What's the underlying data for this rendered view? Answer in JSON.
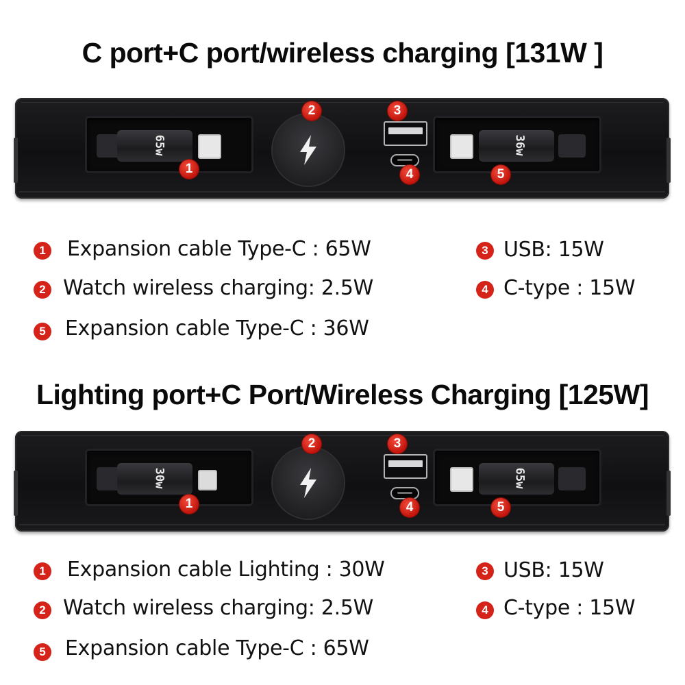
{
  "sections": [
    {
      "title": "C port+C port/wireless charging [131W ]",
      "left_cable_label": "65w",
      "left_connector": "type-c",
      "right_cable_label": "36w",
      "right_connector": "type-c",
      "markers": [
        "1",
        "2",
        "3",
        "4",
        "5"
      ],
      "features_left": [
        {
          "num": "1",
          "text": "Expansion cable Type-C : 65W"
        },
        {
          "num": "2",
          "text": "Watch wireless charging: 2.5W"
        },
        {
          "num": "5",
          "text": "Expansion cable Type-C : 36W"
        }
      ],
      "features_right": [
        {
          "num": "3",
          "text": "USB: 15W"
        },
        {
          "num": "4",
          "text": "C-type : 15W"
        }
      ]
    },
    {
      "title": "Lighting port+C Port/Wireless Charging [125W]",
      "left_cable_label": "30w",
      "left_connector": "lightning",
      "right_cable_label": "65w",
      "right_connector": "type-c",
      "markers": [
        "1",
        "2",
        "3",
        "4",
        "5"
      ],
      "features_left": [
        {
          "num": "1",
          "text": "Expansion cable Lighting  : 30W"
        },
        {
          "num": "2",
          "text": "Watch wireless charging: 2.5W"
        },
        {
          "num": "5",
          "text": "Expansion cable Type-C : 65W"
        }
      ],
      "features_right": [
        {
          "num": "3",
          "text": "USB: 15W"
        },
        {
          "num": "4",
          "text": "C-type : 15W"
        }
      ]
    }
  ],
  "icons": {
    "wireless_pad": "lightning-bolt-icon",
    "usb_a_port": "usb-a-port-icon",
    "usb_c_port": "usb-c-port-icon"
  },
  "colors": {
    "badge_red": "#d6231a",
    "device_body": "#121214",
    "text": "#111111"
  }
}
